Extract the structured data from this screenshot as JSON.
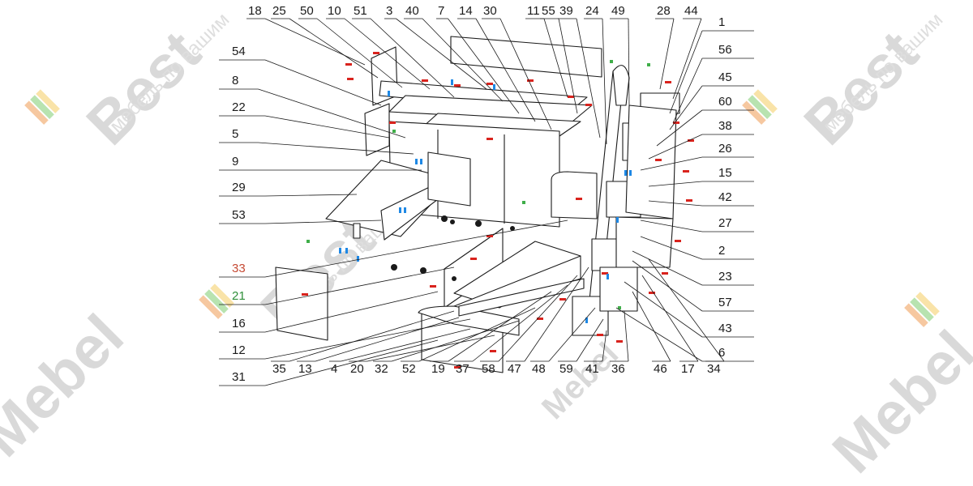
{
  "watermark": {
    "brand": "Best",
    "brand_faded": "Mebel",
    "tagline": "мебель по вашим"
  },
  "callouts": {
    "top": [
      "18",
      "25",
      "50",
      "10",
      "51",
      "3",
      "40",
      "7",
      "14",
      "30",
      "11",
      "55",
      "39",
      "24",
      "49",
      "28",
      "44"
    ],
    "left": [
      "54",
      "8",
      "22",
      "5",
      "9",
      "29",
      "53",
      "33",
      "21",
      "16",
      "12",
      "31"
    ],
    "right": [
      "1",
      "56",
      "45",
      "60",
      "38",
      "26",
      "15",
      "42",
      "27",
      "2",
      "23",
      "57",
      "43",
      "6"
    ],
    "bottom": [
      "35",
      "13",
      "4",
      "20",
      "32",
      "52",
      "19",
      "37",
      "58",
      "47",
      "48",
      "59",
      "41",
      "36",
      "46",
      "17",
      "34"
    ]
  },
  "colors": {
    "ink": "#1a1a1a",
    "marker_red": "#d9231d",
    "marker_blue": "#1e88e5",
    "marker_green": "#3fae49",
    "label_red": "#c64a34",
    "label_green": "#2f8f3a"
  }
}
